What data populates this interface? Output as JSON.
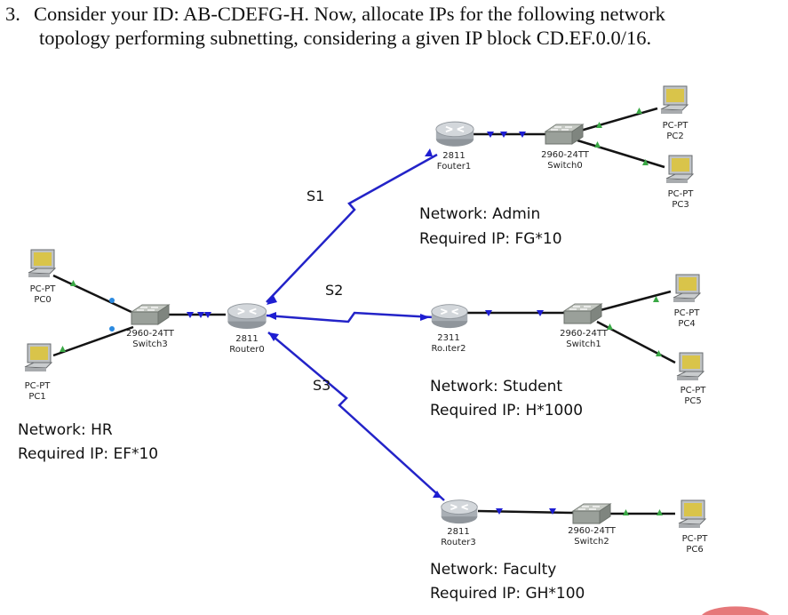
{
  "question": {
    "number": "3.",
    "line1": "Consider your ID: AB-CDEFG-H. Now, allocate IPs for the following network",
    "line2": "topology performing subnetting, considering a given IP block CD.EF.0.0/16."
  },
  "routers": {
    "router0": {
      "model": "2811",
      "name": "Router0"
    },
    "router1": {
      "model": "2811",
      "name": "Fouter1"
    },
    "router2": {
      "model": "2311",
      "name": "Ro.ıter2"
    },
    "router3": {
      "model": "2811",
      "name": "Router3"
    }
  },
  "switches": {
    "switch0": {
      "model": "2960-24TT",
      "name": "Switch0"
    },
    "switch1": {
      "model": "2960-24TT",
      "name": "Switch1"
    },
    "switch2": {
      "model": "2960-24TT",
      "name": "Switch2"
    },
    "switch3": {
      "model": "2960-24TT",
      "name": "Switch3"
    }
  },
  "pcs": {
    "pc0": {
      "type": "PC-PT",
      "name": "PC0"
    },
    "pc1": {
      "type": "PC-PT",
      "name": "PC1"
    },
    "pc2": {
      "type": "PC-PT",
      "name": "PC2"
    },
    "pc3": {
      "type": "PC-PT",
      "name": "PC3"
    },
    "pc4": {
      "type": "PC-PT",
      "name": "PC4"
    },
    "pc5": {
      "type": "PC-PT",
      "name": "PC5"
    },
    "pc6": {
      "type": "PC-PT",
      "name": "PC6"
    }
  },
  "serial_links": {
    "s1": "S1",
    "s2": "S2",
    "s3": "S3"
  },
  "networks": {
    "admin": {
      "name": "Network: Admin",
      "required": "Required IP: FG*10"
    },
    "student": {
      "name": "Network: Student",
      "required": "Required IP: H*1000"
    },
    "faculty": {
      "name": "Network: Faculty",
      "required": "Required IP: GH*100"
    },
    "hr": {
      "name": "Network: HR",
      "required": "Required IP: EF*10"
    }
  },
  "colors": {
    "serial_link": "#2323c8",
    "ethernet_link": "#141414",
    "port_up": "#3aa845",
    "port_arrow": "#1e1ed2",
    "router_body": "#b8bec4",
    "switch_body": "#9aa09a",
    "pc_screen": "#d9c44a"
  }
}
